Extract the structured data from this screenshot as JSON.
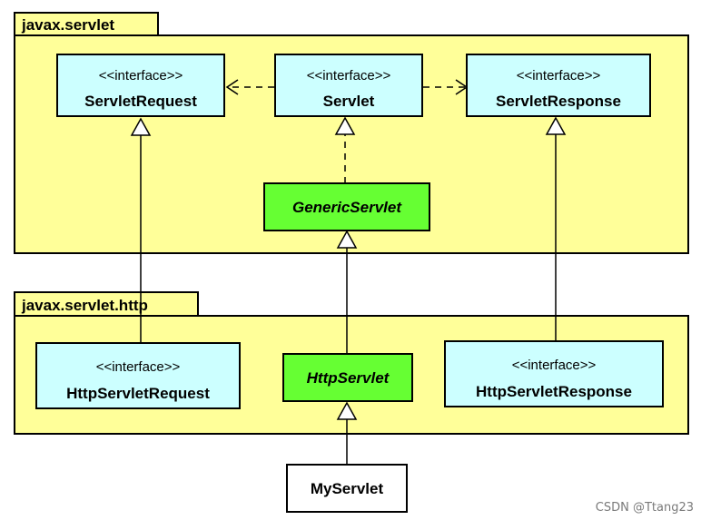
{
  "packages": [
    {
      "id": "javax-servlet",
      "name": "javax.servlet"
    },
    {
      "id": "javax-servlet-http",
      "name": "javax.servlet.http"
    }
  ],
  "classes": [
    {
      "id": "servlet-request",
      "stereotype": "<<interface>>",
      "name": "ServletRequest",
      "fill": "#ccffff"
    },
    {
      "id": "servlet",
      "stereotype": "<<interface>>",
      "name": "Servlet",
      "fill": "#ccffff"
    },
    {
      "id": "servlet-response",
      "stereotype": "<<interface>>",
      "name": "ServletResponse",
      "fill": "#ccffff"
    },
    {
      "id": "generic-servlet",
      "stereotype": "",
      "name": "GenericServlet",
      "abstract": true,
      "fill": "#66ff33"
    },
    {
      "id": "http-servlet-request",
      "stereotype": "<<interface>>",
      "name": "HttpServletRequest",
      "fill": "#ccffff"
    },
    {
      "id": "http-servlet",
      "stereotype": "",
      "name": "HttpServlet",
      "abstract": true,
      "fill": "#66ff33"
    },
    {
      "id": "http-servlet-response",
      "stereotype": "<<interface>>",
      "name": "HttpServletResponse",
      "fill": "#ccffff"
    },
    {
      "id": "my-servlet",
      "stereotype": "",
      "name": "MyServlet",
      "fill": "#ffffff"
    }
  ],
  "relations": [
    {
      "from": "servlet",
      "to": "servlet-request",
      "kind": "dependency"
    },
    {
      "from": "servlet",
      "to": "servlet-response",
      "kind": "dependency"
    },
    {
      "from": "generic-servlet",
      "to": "servlet",
      "kind": "realization"
    },
    {
      "from": "http-servlet",
      "to": "generic-servlet",
      "kind": "generalization"
    },
    {
      "from": "http-servlet-request",
      "to": "servlet-request",
      "kind": "generalization"
    },
    {
      "from": "http-servlet-response",
      "to": "servlet-response",
      "kind": "generalization"
    },
    {
      "from": "my-servlet",
      "to": "http-servlet",
      "kind": "generalization"
    }
  ],
  "colors": {
    "package_fill": "#ffff99",
    "interface_fill": "#ccffff",
    "abstract_fill": "#66ff33",
    "class_fill": "#ffffff",
    "line": "#000000"
  },
  "watermark": "CSDN @Ttang23"
}
